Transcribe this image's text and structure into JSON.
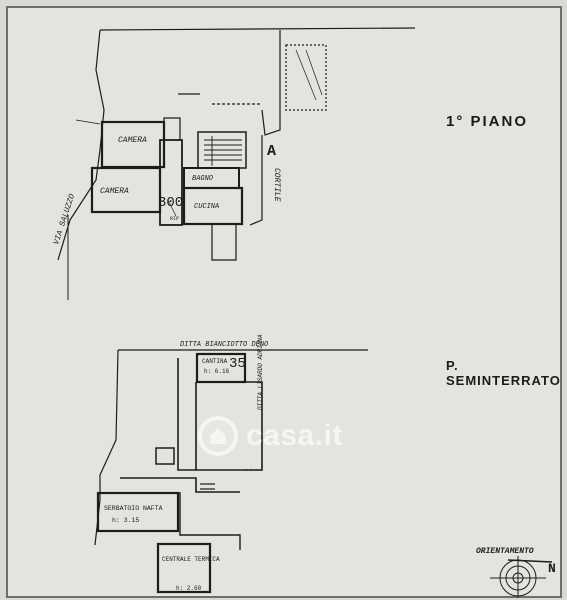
{
  "plan": {
    "first_floor_title": "1° PIANO",
    "basement_title": "P. SEMINTERRATO",
    "stair_marker": "A",
    "handwritten_number": "300",
    "watermark": "casa.it",
    "streets": {
      "via_saluzzo": "VIA SALUZZO",
      "cortile": "CORTILE"
    },
    "rooms_first_floor": {
      "camera_top": "CAMERA",
      "camera_bottom": "CAMERA",
      "bagno": "BAGNO",
      "cucina": "CUCINA",
      "small_label": "RIP"
    },
    "basement": {
      "neighbor_top": "DITTA BIANCIOTTO DENO",
      "neighbor_side": "DITTA LISARDO ADRIANA",
      "cantina": "CANTINA",
      "cantina_height": "h: 6.16",
      "cantina_number": "35",
      "serbatoio": "SERBATOIO NAFTA",
      "serbatoio_height": "h: 3.15",
      "centrale": "CENTRALE TERMICA",
      "centrale_height": "h: 2.60"
    },
    "orientation_label": "ORIENTAMENTO",
    "north_letter": "N"
  },
  "colors": {
    "paper": "#e4e3df",
    "ink": "#1c1c1c",
    "watermark": "#ffffff"
  }
}
